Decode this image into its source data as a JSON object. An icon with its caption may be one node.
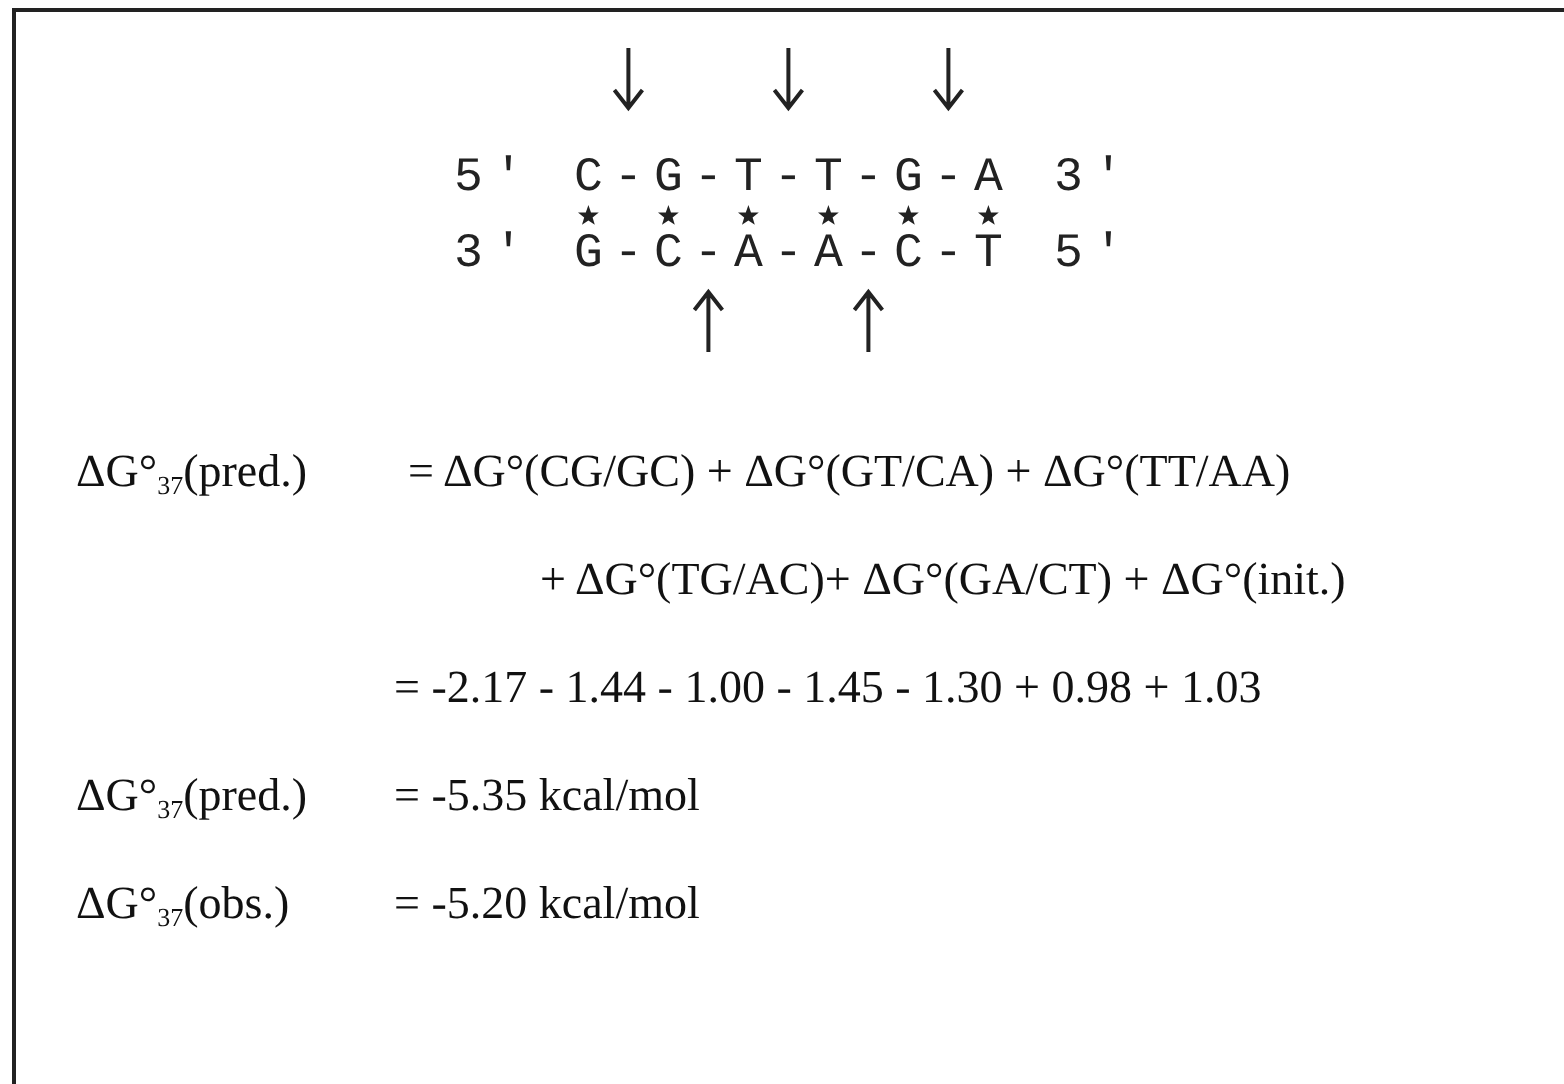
{
  "diagram": {
    "labels": [
      "5′ C-G-T-T-G-A 3′",
      "3′ G-C-A-A-C-T 5′",
      "ΔG°$_{37}$(pred.)",
      "= ΔG°(CG/GC) + ΔG°(GT/CA) + ΔG°(TT/AA)",
      "+ ΔG°(TG/AC)+ ΔG°(GA/CT) + ΔG°(init.)",
      "= -2.17 - 1.44 - 1.00 - 1.45 - 1.30 + 0.98 + 1.03",
      "ΔG°$_{37}$(pred.)",
      "= -5.35 kcal/mol",
      "ΔG°$_{37}$(obs.)",
      "= -5.20 kcal/mol"
    ]
  }
}
